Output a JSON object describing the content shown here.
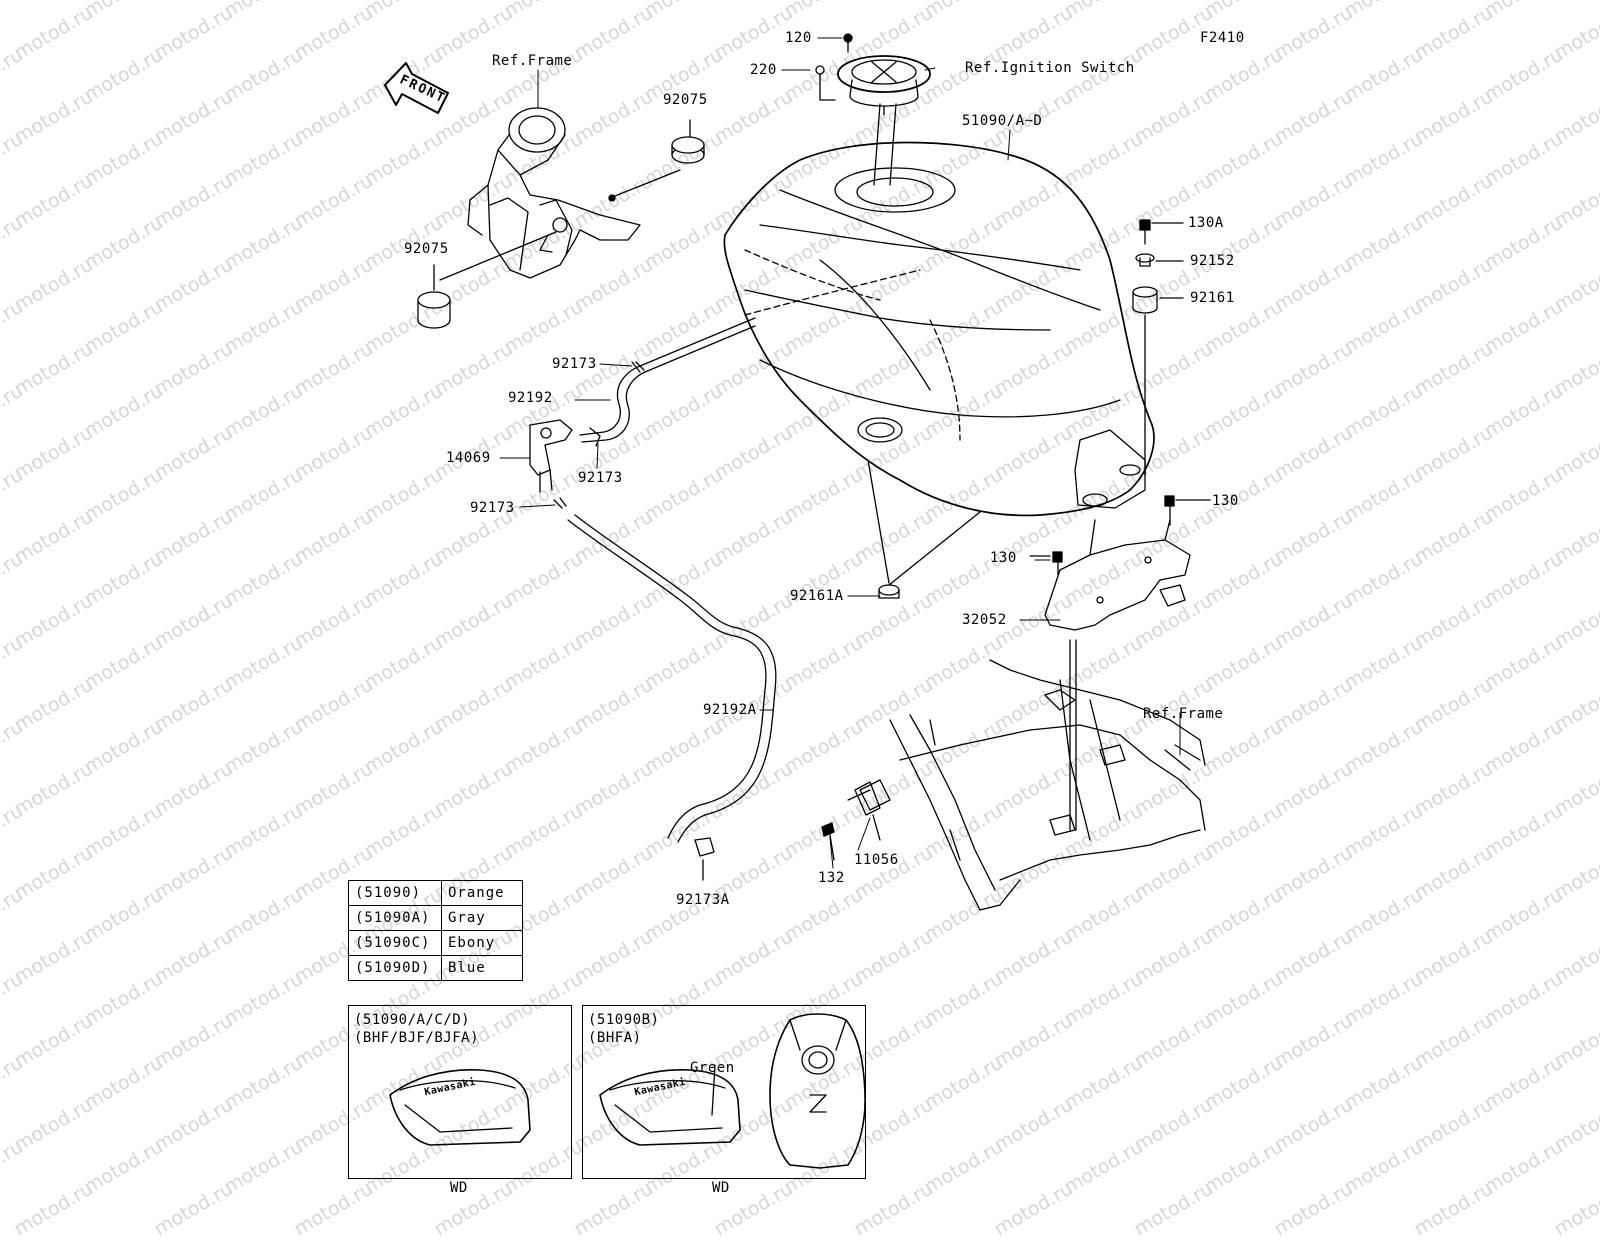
{
  "diagram_code": "F2410",
  "front_marker": "FRONT",
  "labels": {
    "ref_frame_top": "Ref.Frame",
    "ref_frame_right": "Ref.Frame",
    "p120": "120",
    "p220": "220",
    "ref_ignition": "Ref.Ignition Switch",
    "p51090": "51090/A~D",
    "p92075_upper": "92075",
    "p92075_lower": "92075",
    "p130A": "130A",
    "p92152": "92152",
    "p92161": "92161",
    "p92173_a": "92173",
    "p92192": "92192",
    "p14069": "14069",
    "p92173_b": "92173",
    "p92173_c": "92173",
    "p130_right": "130",
    "p130_mid": "130",
    "p92161A": "92161A",
    "p32052": "32052",
    "p92192A": "92192A",
    "p11056": "11056",
    "p132": "132",
    "p92173A": "92173A"
  },
  "color_table": [
    {
      "code": "(51090)",
      "name": "Orange"
    },
    {
      "code": "(51090A)",
      "name": "Gray"
    },
    {
      "code": "(51090C)",
      "name": "Ebony"
    },
    {
      "code": "(51090D)",
      "name": "Blue"
    }
  ],
  "variants": [
    {
      "line1": "(51090/A/C/D)",
      "line2": "(BHF/BJF/BJFA)",
      "badge": "Kawasaki",
      "footer": "WD"
    },
    {
      "line1": "(51090B)",
      "line2": "(BHFA)",
      "badge": "Kawasaki",
      "note": "Green",
      "footer": "WD"
    }
  ],
  "watermark": "motod.ru"
}
